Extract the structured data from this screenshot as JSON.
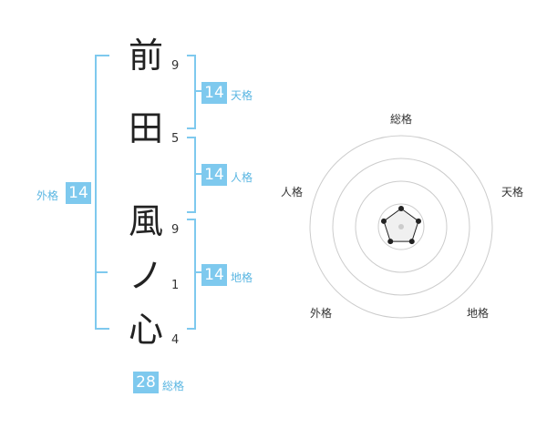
{
  "name": {
    "characters": [
      {
        "char": "前",
        "strokes": "9"
      },
      {
        "char": "田",
        "strokes": "5"
      },
      {
        "char": "風",
        "strokes": "9"
      },
      {
        "char": "ノ",
        "strokes": "1"
      },
      {
        "char": "心",
        "strokes": "4"
      }
    ]
  },
  "fortunes": {
    "tenkaku": {
      "value": "14",
      "label": "天格"
    },
    "jinkaku": {
      "value": "14",
      "label": "人格"
    },
    "chikaku": {
      "value": "14",
      "label": "地格"
    },
    "gaikaku": {
      "value": "14",
      "label": "外格"
    },
    "soukaku": {
      "value": "28",
      "label": "総格"
    }
  },
  "radar": {
    "axes": [
      "総格",
      "天格",
      "地格",
      "外格",
      "人格"
    ],
    "rings": 4,
    "values": [
      1,
      1,
      1,
      1,
      1
    ],
    "max": 5,
    "colors": {
      "ring": "#cccccc",
      "polygon_fill": "#f0f0f0",
      "polygon_stroke": "#222222",
      "point": "#222222",
      "center": "#cccccc"
    }
  },
  "colors": {
    "accent": "#7ec9ee",
    "accent_text": "#5ab6e2"
  }
}
